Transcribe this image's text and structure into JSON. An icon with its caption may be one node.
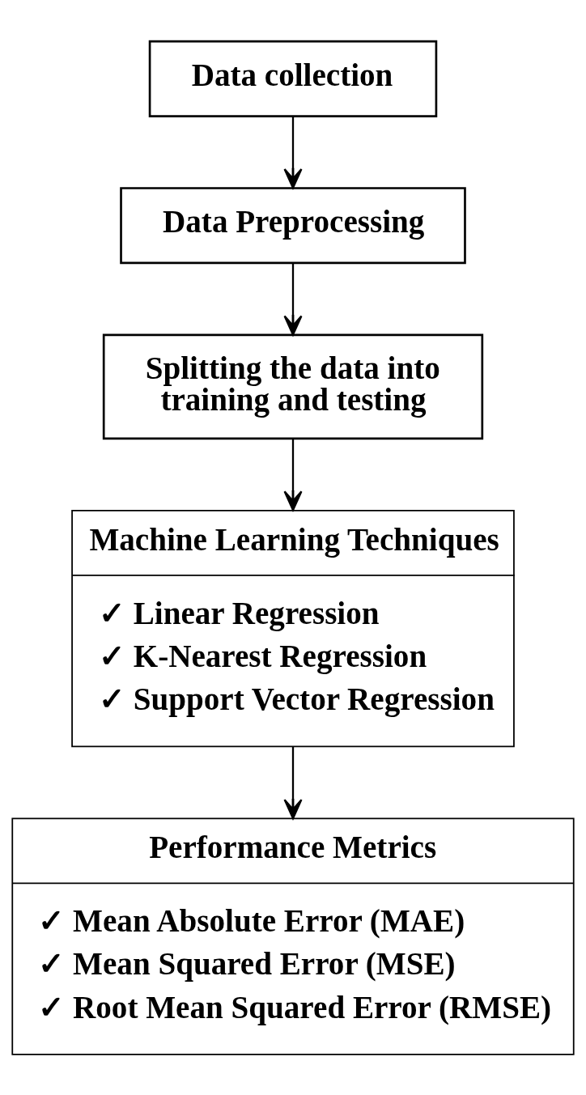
{
  "diagram": {
    "nodes": [
      {
        "text": [
          "Data collection"
        ]
      },
      {
        "text": [
          "Data Preprocessing"
        ]
      },
      {
        "text": [
          "Splitting the data into training and testing"
        ]
      },
      {
        "text": [
          "Machine Learning Techniques",
          "✓ Linear Regression",
          "✓ K-Nearest Regression",
          "✓ Support Vector Regression"
        ]
      },
      {
        "text": [
          "Performance Metrics",
          "✓ Mean Absolute Error (MAE)",
          "✓ Mean Squared Error (MSE)",
          "✓ Root Mean Squared Error (RMSE)"
        ]
      }
    ],
    "edges": [
      {
        "from": 0,
        "to": 1,
        "arrow": "to"
      },
      {
        "from": 1,
        "to": 2,
        "arrow": "to"
      },
      {
        "from": 2,
        "to": 3,
        "arrow": "to"
      },
      {
        "from": 3,
        "to": 4,
        "arrow": "to"
      }
    ]
  }
}
